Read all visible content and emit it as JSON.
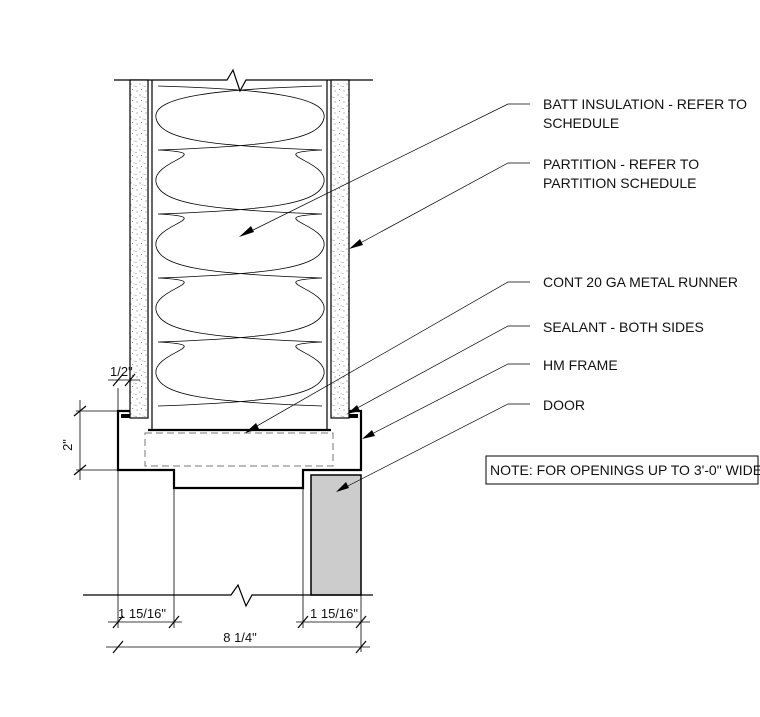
{
  "callouts": {
    "batt_insulation_1": "BATT INSULATION - REFER TO",
    "batt_insulation_2": "SCHEDULE",
    "partition_1": "PARTITION - REFER TO",
    "partition_2": "PARTITION SCHEDULE",
    "metal_runner": "CONT 20 GA METAL RUNNER",
    "sealant": "SEALANT - BOTH SIDES",
    "hm_frame": "HM FRAME",
    "door": "DOOR"
  },
  "note": "NOTE: FOR OPENINGS UP TO 3'-0\" WIDE",
  "dimensions": {
    "half_inch": "1/2\"",
    "two_inch": "2\"",
    "left_return": "1 15/16\"",
    "right_return": "1 15/16\"",
    "overall": "8 1/4\""
  },
  "colors": {
    "line": "#000000",
    "door_fill": "#cccccc",
    "hidden_line": "#777777"
  }
}
